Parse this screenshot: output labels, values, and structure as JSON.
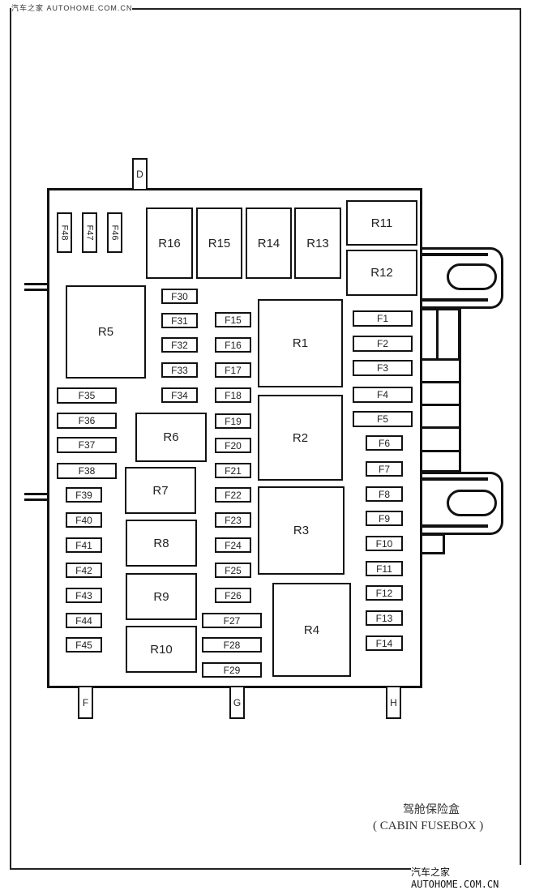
{
  "watermark_top": "汽车之家 AUTOHOME.COM.CN",
  "watermark_bottom": "汽车之家 AUTOHOME.COM.CN",
  "caption": {
    "chinese": "驾舱保险盒",
    "english": "( CABIN FUSEBOX )"
  },
  "connectors": [
    "D",
    "F",
    "G",
    "H"
  ],
  "relays": [
    "R1",
    "R2",
    "R3",
    "R4",
    "R5",
    "R6",
    "R7",
    "R8",
    "R9",
    "R10",
    "R11",
    "R12",
    "R13",
    "R14",
    "R15",
    "R16"
  ],
  "fuses": [
    "F1",
    "F2",
    "F3",
    "F4",
    "F5",
    "F6",
    "F7",
    "F8",
    "F9",
    "F10",
    "F11",
    "F12",
    "F13",
    "F14",
    "F15",
    "F16",
    "F17",
    "F18",
    "F19",
    "F20",
    "F21",
    "F22",
    "F23",
    "F24",
    "F25",
    "F26",
    "F27",
    "F28",
    "F29",
    "F30",
    "F31",
    "F32",
    "F33",
    "F34",
    "F35",
    "F36",
    "F37",
    "F38",
    "F39",
    "F40",
    "F41",
    "F42",
    "F43",
    "F44",
    "F45",
    "F46",
    "F47",
    "F48"
  ]
}
